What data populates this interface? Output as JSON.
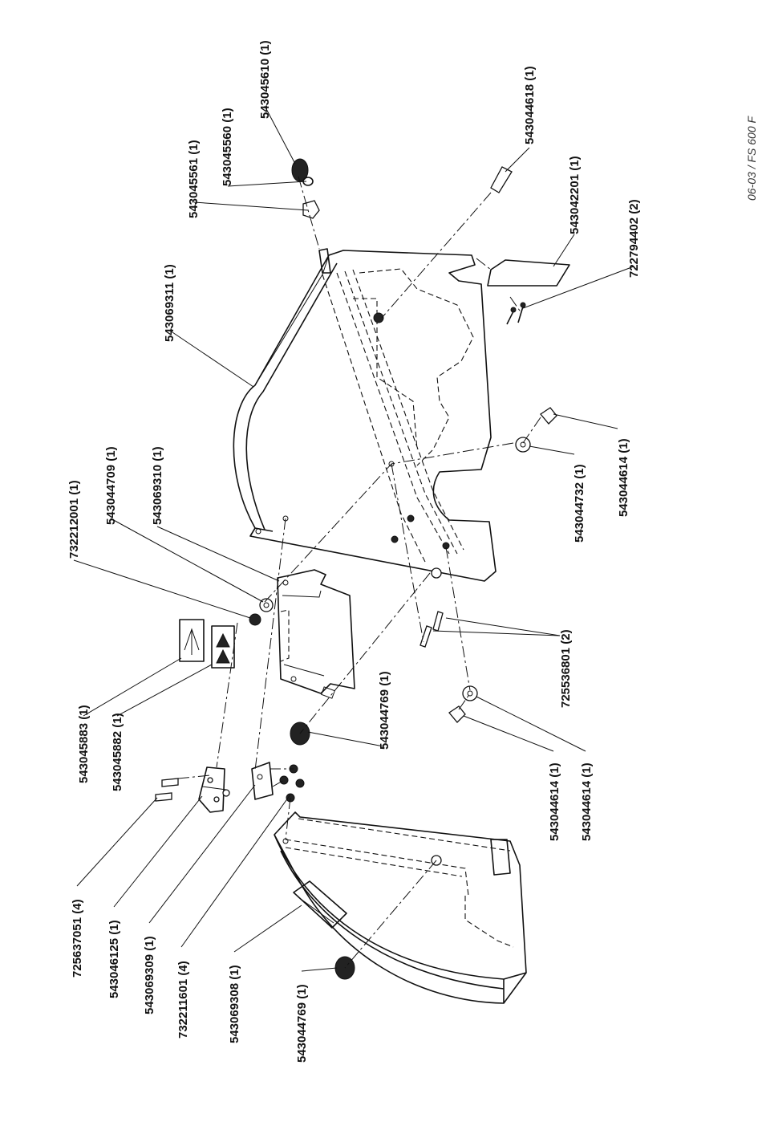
{
  "document_ref": "06-03 / FS 600 F",
  "callouts": [
    {
      "id": "c01",
      "text": "543045610 (1)"
    },
    {
      "id": "c02",
      "text": "543045560 (1)"
    },
    {
      "id": "c03",
      "text": "543045561 (1)"
    },
    {
      "id": "c04",
      "text": "543044618 (1)"
    },
    {
      "id": "c05",
      "text": "543042201 (1)"
    },
    {
      "id": "c06",
      "text": "722794402 (2)"
    },
    {
      "id": "c07",
      "text": "543069311 (1)"
    },
    {
      "id": "c08",
      "text": "543044614 (1)"
    },
    {
      "id": "c09",
      "text": "543044732 (1)"
    },
    {
      "id": "c10",
      "text": "543044709 (1)"
    },
    {
      "id": "c11",
      "text": "543069310 (1)"
    },
    {
      "id": "c12",
      "text": "732212001 (1)"
    },
    {
      "id": "c13",
      "text": "725536801 (2)"
    },
    {
      "id": "c14",
      "text": "543044769 (1)"
    },
    {
      "id": "c15",
      "text": "543045883 (1)"
    },
    {
      "id": "c16",
      "text": "543045882 (1)"
    },
    {
      "id": "c17",
      "text": "543044614 (1)"
    },
    {
      "id": "c18",
      "text": "543044614 (1)"
    },
    {
      "id": "c19",
      "text": "725637051 (4)"
    },
    {
      "id": "c20",
      "text": "543046125 (1)"
    },
    {
      "id": "c21",
      "text": "543069309 (1)"
    },
    {
      "id": "c22",
      "text": "732211601 (4)"
    },
    {
      "id": "c23",
      "text": "543069308 (1)"
    },
    {
      "id": "c24",
      "text": "543044769 (1)"
    }
  ]
}
